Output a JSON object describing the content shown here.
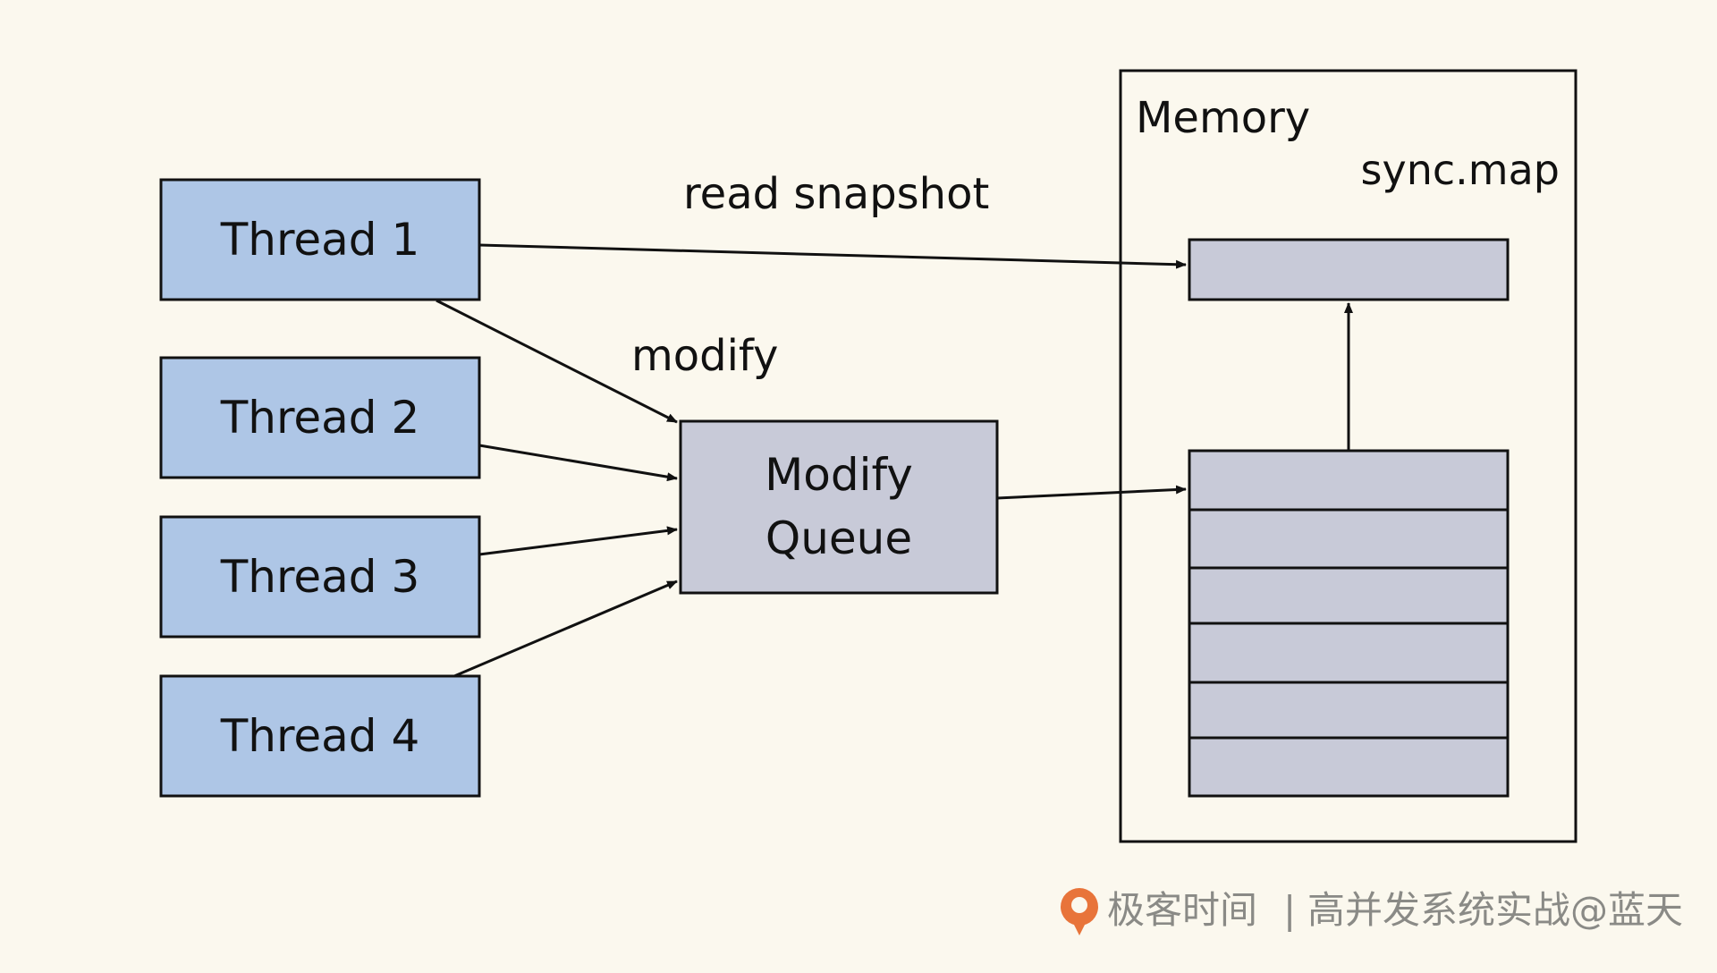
{
  "colors": {
    "background": "#FBF8EE",
    "thread_fill": "#AEC6E6",
    "queue_fill": "#C8CAD8",
    "map_fill": "#C8CAD8",
    "stroke": "#111111",
    "watermark_orange": "#E8743A",
    "watermark_gray": "#8A8A86"
  },
  "threads": [
    {
      "label": "Thread 1"
    },
    {
      "label": "Thread 2"
    },
    {
      "label": "Thread 3"
    },
    {
      "label": "Thread 4"
    }
  ],
  "edge_labels": {
    "read": "read snapshot",
    "modify": "modify"
  },
  "queue": {
    "line1": "Modify",
    "line2": "Queue"
  },
  "memory": {
    "title": "Memory",
    "map_label": "sync.map",
    "storage_rows": 6
  },
  "watermark": {
    "brand": "极客时间",
    "separator": "|",
    "course": "高并发系统实战@蓝天",
    "logo_icon": "geektime-logo-icon"
  }
}
